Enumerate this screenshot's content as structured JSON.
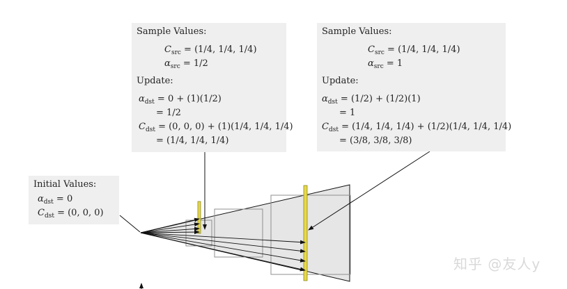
{
  "initial_box": {
    "header": "Initial Values:",
    "alpha_sym": "α",
    "alpha_sub": "dst",
    "alpha_val": " = 0",
    "c_sym": "C",
    "c_sub": "dst",
    "c_val": " = (0, 0, 0)"
  },
  "sample1": {
    "header": "Sample Values:",
    "csrc_sym": "C",
    "csrc_sub": "src",
    "csrc_val": " = (1/4, 1/4, 1/4)",
    "asrc_sym": "α",
    "asrc_sub": "src",
    "asrc_val": " = 1/2",
    "update_header": "Update:",
    "adst_sym": "α",
    "adst_sub": "dst",
    "adst_expr": " = 0 + (1)(1/2)",
    "adst_result": "= 1/2",
    "cdst_sym": "C",
    "cdst_sub": "dst",
    "cdst_expr": " = (0, 0, 0) + (1)(1/4, 1/4, 1/4)",
    "cdst_result": "= (1/4, 1/4, 1/4)"
  },
  "sample2": {
    "header": "Sample Values:",
    "csrc_sym": "C",
    "csrc_sub": "src",
    "csrc_val": " = (1/4, 1/4, 1/4)",
    "asrc_sym": "α",
    "asrc_sub": "src",
    "asrc_val": " = 1",
    "update_header": "Update:",
    "adst_sym": "α",
    "adst_sub": "dst",
    "adst_expr": " = (1/2) + (1/2)(1)",
    "adst_result": "= 1",
    "cdst_sym": "C",
    "cdst_sub": "dst",
    "cdst_expr": " = (1/4, 1/4, 1/4) + (1/2)(1/4, 1/4, 1/4)",
    "cdst_result": "= (3/8, 3/8, 3/8)"
  },
  "watermark": "知乎 @友人y",
  "colors": {
    "box_bg": "#efefef",
    "frustum_fill": "#e6e6e6",
    "slab_yellow": "#e8d84a",
    "slab_edge": "#8a8a2a",
    "line": "#111111",
    "frame": "#8f8f8f"
  }
}
